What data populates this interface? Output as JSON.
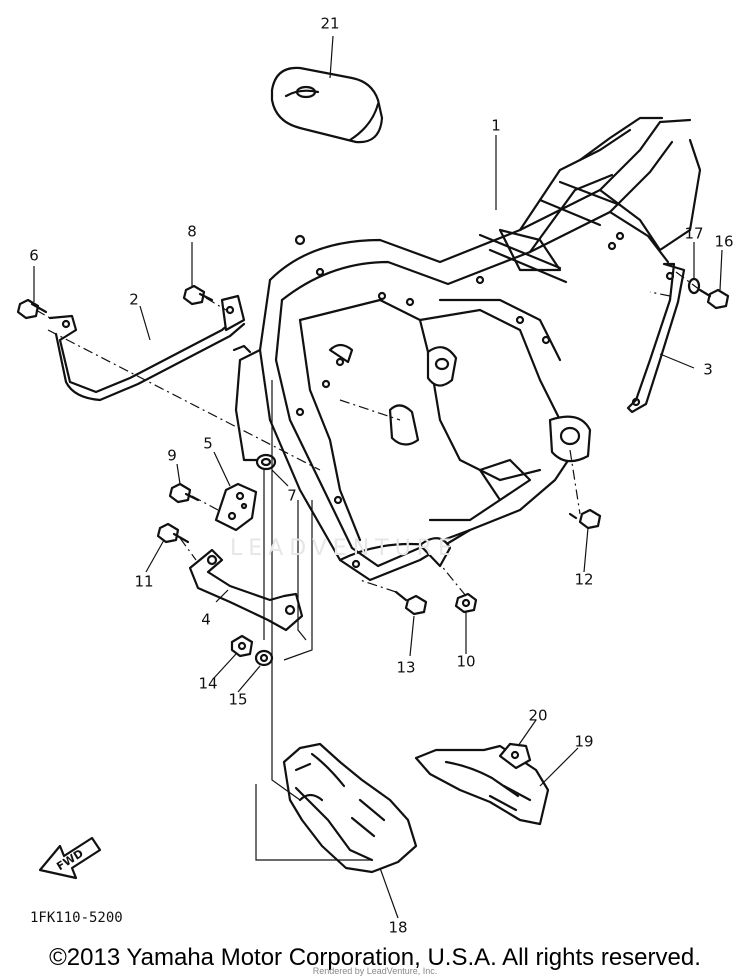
{
  "diagram": {
    "part_numbers": [
      "1",
      "2",
      "3",
      "4",
      "5",
      "6",
      "7",
      "8",
      "9",
      "10",
      "11",
      "12",
      "13",
      "14",
      "15",
      "16",
      "17",
      "18",
      "19",
      "20",
      "21"
    ],
    "drawing_code": "1FK110-5200",
    "fwd_label": "FWD",
    "copyright": "©2013 Yamaha Motor Corporation, U.S.A. All rights reserved.",
    "credit": "Rendered by LeadVenture, Inc.",
    "watermark": "LEADVENTURE",
    "colors": {
      "ink": "#111111",
      "background": "#ffffff"
    }
  }
}
